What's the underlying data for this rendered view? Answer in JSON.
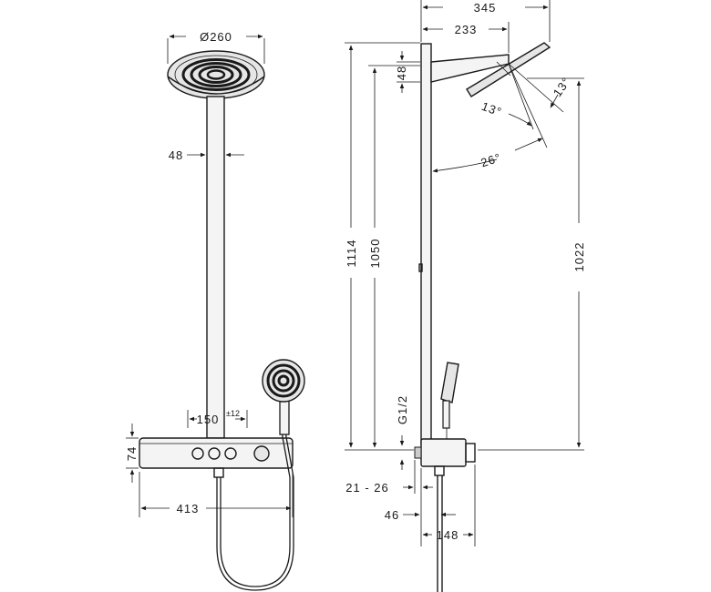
{
  "dimensions": {
    "head_diameter": "Ø260",
    "pipe_width": "48",
    "valve_spacing": "150",
    "valve_spacing_tolerance": "±12",
    "body_height": "74",
    "total_width": "413",
    "projection_total": "345",
    "projection_arm": "233",
    "arm_height": "48",
    "height_1114": "1114",
    "height_1050": "1050",
    "height_1022": "1022",
    "thread": "G1/2",
    "wall_gap": "21 - 26",
    "outlet_offset": "46",
    "body_depth": "148",
    "angle_13a": "13°",
    "angle_13b": "13°",
    "angle_26": "26°"
  }
}
